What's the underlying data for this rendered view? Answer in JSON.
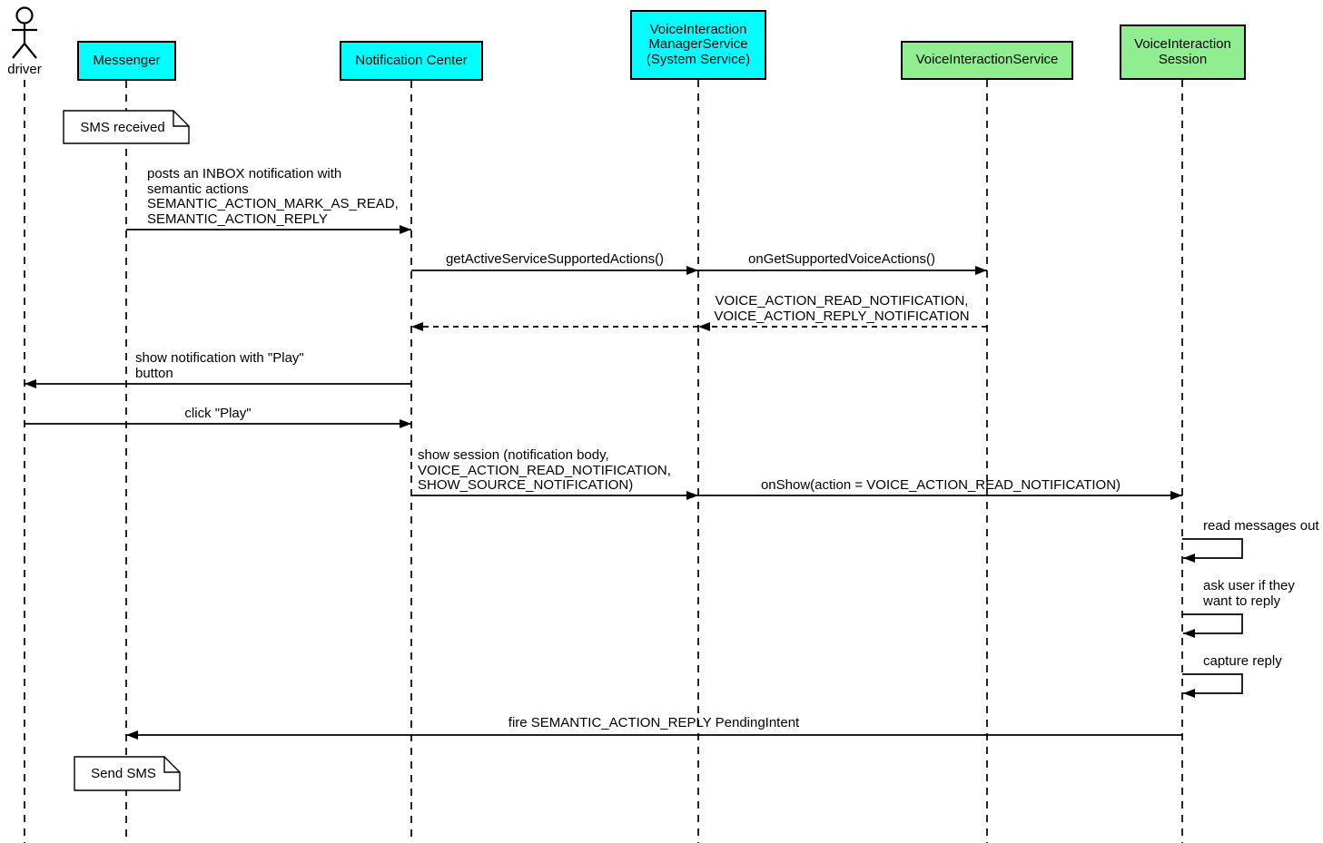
{
  "diagram": {
    "type": "uml-sequence-diagram",
    "colors": {
      "participant_cyan": "#00ffff",
      "participant_green": "#90ee90",
      "line": "#000000",
      "note_fill": "#ffffff",
      "background": "#ffffff"
    },
    "actor": {
      "name": "driver"
    },
    "participants": [
      {
        "label": "Messenger",
        "fill": "#00ffff"
      },
      {
        "label": "Notification Center",
        "fill": "#00ffff"
      },
      {
        "label": "VoiceInteraction\nManagerService\n(System Service)",
        "fill": "#00ffff"
      },
      {
        "label": "VoiceInteractionService",
        "fill": "#90ee90"
      },
      {
        "label": "VoiceInteraction\nSession",
        "fill": "#90ee90"
      }
    ],
    "notes": [
      {
        "text": "SMS received",
        "attached_to": "Messenger"
      },
      {
        "text": "Send SMS",
        "attached_to": "Messenger"
      }
    ],
    "messages": [
      {
        "from": "Messenger",
        "to": "Notification Center",
        "style": "solid",
        "label": "posts an INBOX notification with\nsemantic actions\nSEMANTIC_ACTION_MARK_AS_READ,\nSEMANTIC_ACTION_REPLY"
      },
      {
        "from": "Notification Center",
        "to": "VoiceInteraction ManagerService",
        "style": "solid",
        "label": "getActiveServiceSupportedActions()"
      },
      {
        "from": "VoiceInteraction ManagerService",
        "to": "VoiceInteractionService",
        "style": "solid",
        "label": "onGetSupportedVoiceActions()"
      },
      {
        "from": "VoiceInteractionService",
        "to": "Notification Center",
        "style": "dashed-return",
        "label": "VOICE_ACTION_READ_NOTIFICATION,\nVOICE_ACTION_REPLY_NOTIFICATION"
      },
      {
        "from": "Notification Center",
        "to": "driver",
        "style": "solid",
        "label": "show notification with \"Play\"\nbutton"
      },
      {
        "from": "driver",
        "to": "Notification Center",
        "style": "solid",
        "label": "click \"Play\""
      },
      {
        "from": "Notification Center",
        "to": "VoiceInteraction ManagerService",
        "style": "solid",
        "label": "show session (notification body,\nVOICE_ACTION_READ_NOTIFICATION,\nSHOW_SOURCE_NOTIFICATION)"
      },
      {
        "from": "VoiceInteraction ManagerService",
        "to": "VoiceInteraction Session",
        "style": "solid",
        "label": "onShow(action = VOICE_ACTION_READ_NOTIFICATION)"
      },
      {
        "from": "VoiceInteraction Session",
        "to": "VoiceInteraction Session",
        "style": "self",
        "label": "read messages out"
      },
      {
        "from": "VoiceInteraction Session",
        "to": "VoiceInteraction Session",
        "style": "self",
        "label": "ask user if they\nwant to reply"
      },
      {
        "from": "VoiceInteraction Session",
        "to": "VoiceInteraction Session",
        "style": "self",
        "label": "capture reply"
      },
      {
        "from": "VoiceInteraction Session",
        "to": "Messenger",
        "style": "solid",
        "label": "fire SEMANTIC_ACTION_REPLY PendingIntent"
      }
    ]
  }
}
